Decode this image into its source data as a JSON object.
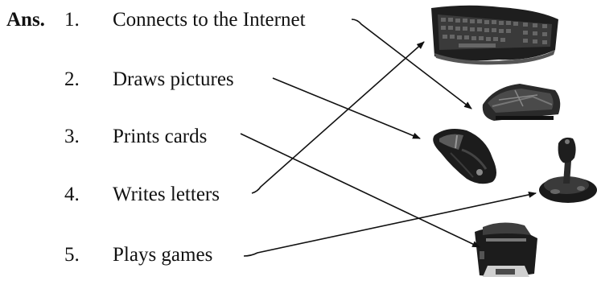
{
  "answer_label": "Ans.",
  "items": [
    {
      "number": "1.",
      "text": "Connects to the Internet"
    },
    {
      "number": "2.",
      "text": "Draws pictures"
    },
    {
      "number": "3.",
      "text": "Prints cards"
    },
    {
      "number": "4.",
      "text": "Writes letters"
    },
    {
      "number": "5.",
      "text": "Plays games"
    }
  ],
  "devices": [
    "keyboard-icon",
    "modem-icon",
    "mouse-icon",
    "joystick-icon",
    "printer-icon"
  ],
  "matches": [
    {
      "item": "1.",
      "device": "modem-icon"
    },
    {
      "item": "2.",
      "device": "mouse-icon"
    },
    {
      "item": "3.",
      "device": "printer-icon"
    },
    {
      "item": "4.",
      "device": "keyboard-icon"
    },
    {
      "item": "5.",
      "device": "joystick-icon"
    }
  ],
  "colors": {
    "text": "#111111",
    "line": "#111111",
    "device": "#2b2b2b"
  }
}
